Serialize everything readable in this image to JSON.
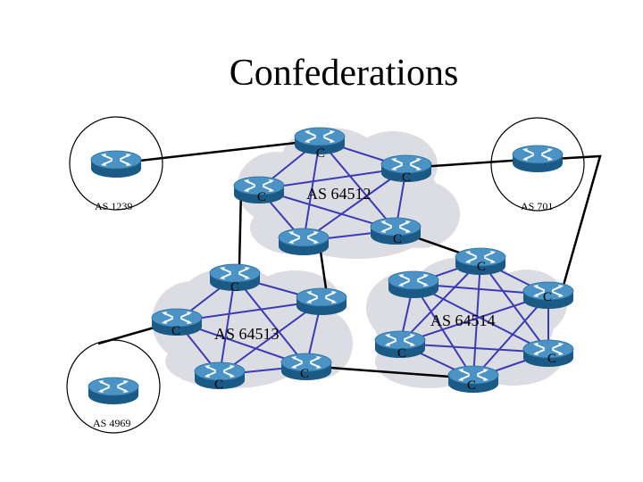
{
  "title": "Confederations",
  "colors": {
    "cloud_fill": "#dcdde2",
    "cloud_stroke": "#b9bac2",
    "mesh_line": "#3b3bb5",
    "external_line": "#000000",
    "router_top": "#4a93c4",
    "router_side": "#1c5a86",
    "as_circle_stroke": "#000000"
  },
  "autonomous_systems": [
    {
      "id": "as1239",
      "label": "AS 1239",
      "type": "external"
    },
    {
      "id": "as701",
      "label": "AS 701",
      "type": "external"
    },
    {
      "id": "as4969",
      "label": "AS 4969",
      "type": "external"
    },
    {
      "id": "as64512",
      "label": "AS 64512",
      "type": "sub-as"
    },
    {
      "id": "as64513",
      "label": "AS 64513",
      "type": "sub-as"
    },
    {
      "id": "as64514",
      "label": "AS 64514",
      "type": "sub-as"
    }
  ],
  "confederation_peer_marker": "C",
  "routers": [
    {
      "id": "r1239",
      "as": "as1239",
      "label": ""
    },
    {
      "id": "r701",
      "as": "as701",
      "label": ""
    },
    {
      "id": "r4969",
      "as": "as4969",
      "label": ""
    },
    {
      "id": "a_top",
      "as": "as64512",
      "label": "C"
    },
    {
      "id": "a_right",
      "as": "as64512",
      "label": "C"
    },
    {
      "id": "a_left",
      "as": "as64512",
      "label": "C"
    },
    {
      "id": "a_bl",
      "as": "as64512",
      "label": ""
    },
    {
      "id": "a_br",
      "as": "as64512",
      "label": "C"
    },
    {
      "id": "b_top",
      "as": "as64513",
      "label": "C"
    },
    {
      "id": "b_left",
      "as": "as64513",
      "label": "C"
    },
    {
      "id": "b_mid",
      "as": "as64513",
      "label": ""
    },
    {
      "id": "b_bl",
      "as": "as64513",
      "label": "C"
    },
    {
      "id": "b_br",
      "as": "as64513",
      "label": "C"
    },
    {
      "id": "c_top",
      "as": "as64514",
      "label": "C"
    },
    {
      "id": "c_left",
      "as": "as64514",
      "label": ""
    },
    {
      "id": "c_right",
      "as": "as64514",
      "label": "C"
    },
    {
      "id": "c_ml",
      "as": "as64514",
      "label": "C"
    },
    {
      "id": "c_bot",
      "as": "as64514",
      "label": "C"
    },
    {
      "id": "c_br",
      "as": "as64514",
      "label": "C"
    }
  ]
}
